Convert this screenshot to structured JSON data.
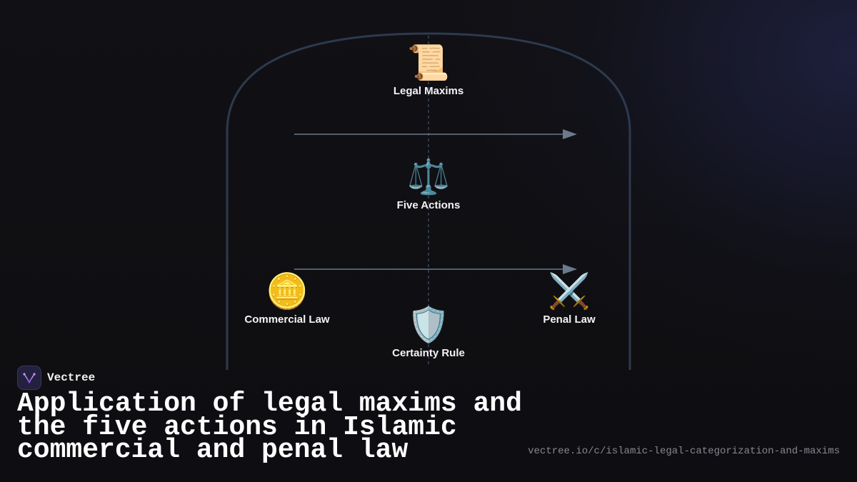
{
  "diagram": {
    "nodes": [
      {
        "id": "legal-maxims",
        "label": "Legal Maxims",
        "icon": "scroll-icon",
        "glyph": "📜"
      },
      {
        "id": "five-actions",
        "label": "Five Actions",
        "icon": "balance-scale-icon",
        "glyph": "⚖️"
      },
      {
        "id": "commercial-law",
        "label": "Commercial Law",
        "icon": "coin-icon",
        "glyph": "🪙"
      },
      {
        "id": "penal-law",
        "label": "Penal Law",
        "icon": "crossed-swords-icon",
        "glyph": "⚔️"
      },
      {
        "id": "certainty-rule",
        "label": "Certainty Rule",
        "icon": "shield-icon",
        "glyph": "🛡️"
      }
    ],
    "colors": {
      "arch": "#2d3a4e",
      "arrow": "#6b7a8e",
      "axis": "#3b4658"
    }
  },
  "brand": {
    "name": "Vectree",
    "logo_icon": "vectree-logo-icon"
  },
  "title": "Application of legal maxims and the five actions in Islamic commercial and penal law",
  "url": "vectree.io/c/islamic-legal-categorization-and-maxims"
}
